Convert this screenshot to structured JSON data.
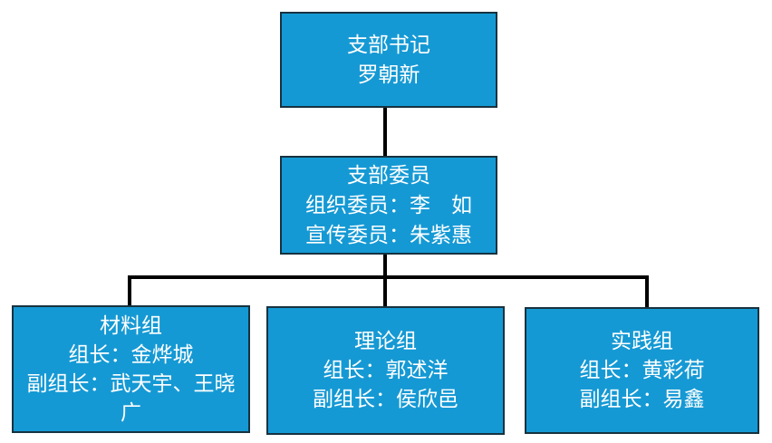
{
  "page": {
    "background": "#FFFFFF"
  },
  "diagram": {
    "type": "org-chart",
    "colors": {
      "box_fill": "#1599D4",
      "box_border": "#16323F",
      "connector": "#000000",
      "text": "#FFFFFF"
    },
    "nodes": {
      "secretary": {
        "lines": [
          "支部书记",
          "罗朝新"
        ]
      },
      "committee": {
        "lines": [
          "支部委员",
          "组织委员：李　如",
          "宣传委员：朱紫惠"
        ]
      },
      "groups": [
        {
          "lines": [
            "材料组",
            "组长：金烨城",
            "副组长：武天宇、王晓广"
          ]
        },
        {
          "lines": [
            "理论组",
            "组长：郭述洋",
            "副组长：侯欣邑"
          ]
        },
        {
          "lines": [
            "实践组",
            "组长：黄彩荷",
            "副组长：易鑫"
          ]
        }
      ]
    }
  }
}
